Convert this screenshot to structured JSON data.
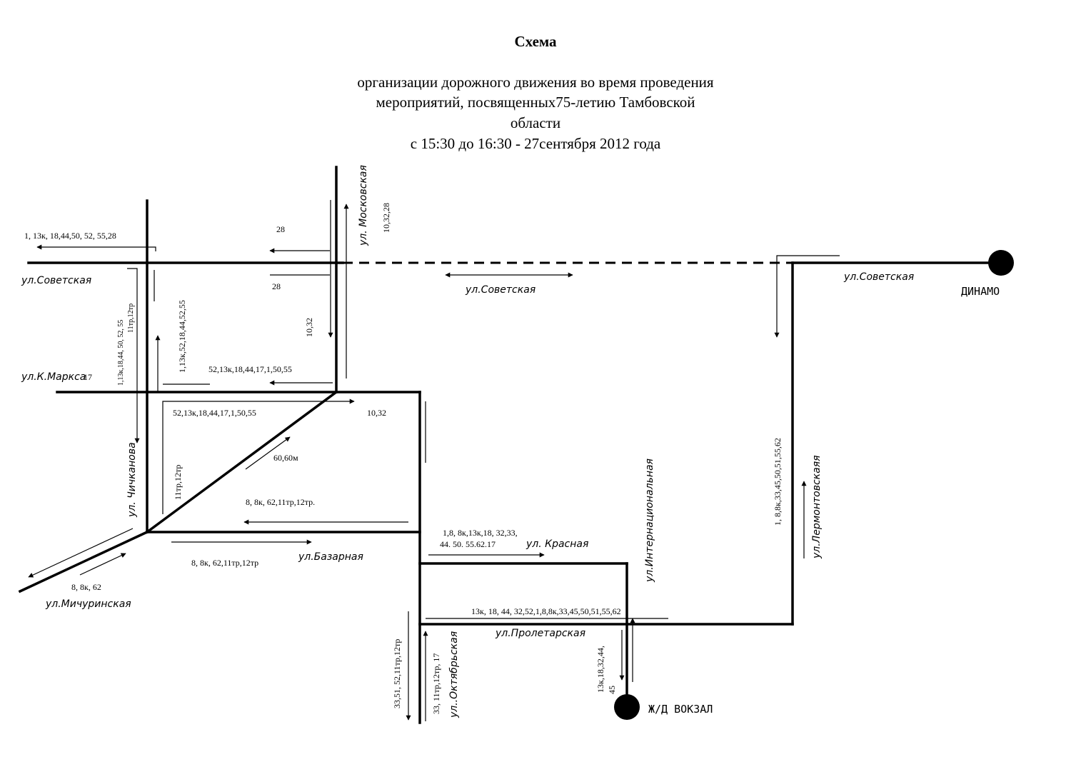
{
  "title": "Схема",
  "subtitle": {
    "line1": "организации дорожного движения во время проведения",
    "line2": "мероприятий, посвященных75-летию Тамбовской",
    "line3": "области",
    "line4": "с 15:30 до 16:30 - 27сентября 2012 года"
  },
  "streets": {
    "sovetskaya_west": "ул.Советская",
    "sovetskaya_middle": "ул.Советская",
    "sovetskaya_east": "ул.Советская",
    "moskovskaya": "ул. Московская",
    "k_marksa": "ул.К.Маркса",
    "chichkanova": "ул. Чичканова",
    "bazarnaya": "ул.Базарная",
    "michurinskaya": "ул.Мичуринская",
    "krasnaya": "ул. Красная",
    "internatsionalnaya": "ул.Интернациональная",
    "proletarskaya": "ул.Пролетарская",
    "oktyabrskaya": "ул..Октябрьская",
    "lermontovskaya": "ул.Лермонтовскаяя"
  },
  "stops": {
    "dinamo": "ДИНАМО",
    "zd_vokzal": "Ж/Д ВОКЗАЛ"
  },
  "routes": {
    "sovetskaya_west_wb": "1, 13к, 18,44,50, 52, 55,28",
    "sovetskaya_28_top": "28",
    "sovetskaya_28_bottom": "28",
    "moskovskaya_nb": "10,32,28",
    "moskovskaya_sb": "10,32",
    "chichkanova_sb_a": "1,13к,18,44, 50, 52, 55",
    "chichkanova_sb_b": "11тр,12тр",
    "chichkanova_nb": "1,13к,52,18,44,52,55",
    "k_marksa_17": "17",
    "k_marksa_wb": "52,13к,18,44,17,1,50,55",
    "k_marksa_eb": "52,13к,18,44,17,1,50,55",
    "k_marksa_east": "10,32",
    "chichkanova_lower_nb": "11тр,12тр",
    "diagonal": "60,60м",
    "bazarnaya_wb": "8, 8к, 62,11тр,12тр.",
    "bazarnaya_eb": "8, 8к, 62,11тр,12тр",
    "michurinskaya": "8, 8к, 62",
    "krasnaya_a": "1,8, 8к,13к,18, 32,33,",
    "krasnaya_b": "44. 50. 55.62.17",
    "proletarskaya": "13к, 18, 44, 32,52,1,8,8к,33,45,50,51,55,62",
    "oktyabrskaya_sb": "33,51, 52,11тр,12тр",
    "oktyabrskaya_nb": "33, 11тр,12тр, 17",
    "vokzal_a": "13к,18,32,44,",
    "vokzal_b": "45",
    "lermontovskaya": "1, 8,8к,33,45,50,51,55,62"
  }
}
